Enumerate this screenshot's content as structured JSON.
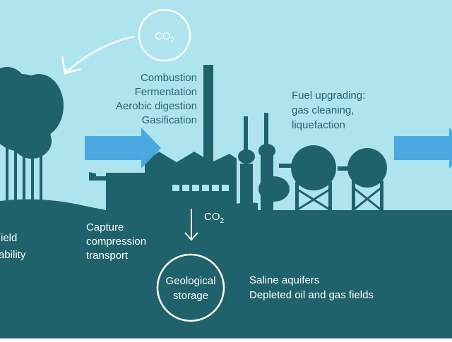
{
  "colors": {
    "sky": "#ade4ee",
    "ground": "#1f626c",
    "silhouette": "#1f626c",
    "arrow_blue": "#4aa7df",
    "white": "#ffffff",
    "dark_text": "#2a6570"
  },
  "co2_top": {
    "base": "CO",
    "sub": "2"
  },
  "processes": [
    "Combustion",
    "Fermentation",
    "Aerobic digestion",
    "Gasification"
  ],
  "upgrading": [
    "Fuel upgrading:",
    "gas cleaning,",
    "liquefaction"
  ],
  "co2_down": {
    "base": "CO",
    "sub": "2"
  },
  "capture": [
    "Capture",
    "compression",
    "transport"
  ],
  "left_cut": [
    "ield",
    "ability"
  ],
  "storage": [
    "Geological",
    "storage"
  ],
  "storage_types": [
    "Saline aquifers",
    "Depleted oil and gas fields"
  ]
}
